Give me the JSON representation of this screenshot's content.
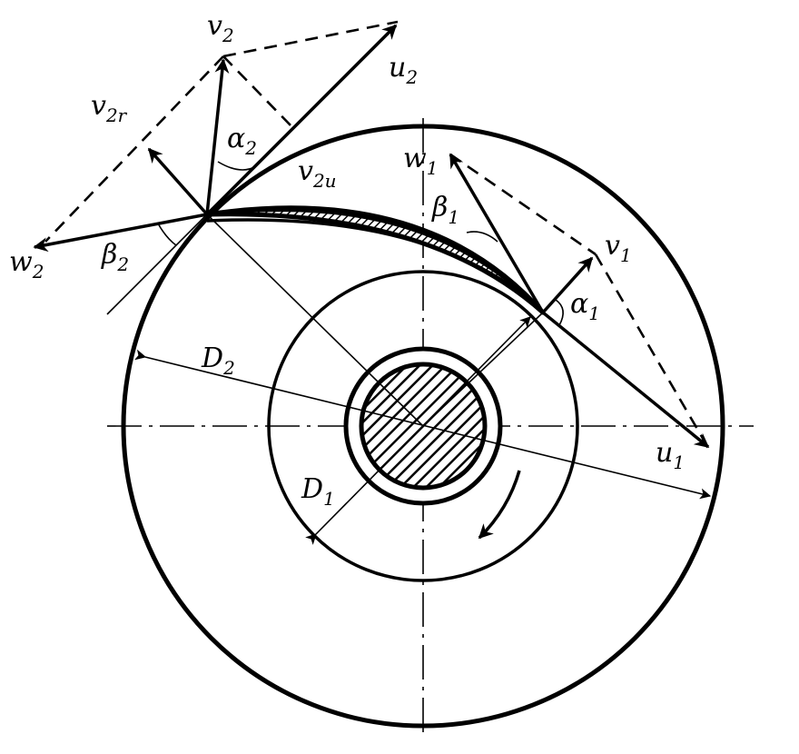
{
  "diagram": {
    "labels": {
      "v2": {
        "main": "v",
        "sub": "2"
      },
      "u2": {
        "main": "u",
        "sub": "2"
      },
      "v2r": {
        "main": "v",
        "sub": "2r"
      },
      "alpha2": {
        "main": "α",
        "sub": "2"
      },
      "v2u": {
        "main": "v",
        "sub": "2u"
      },
      "w1": {
        "main": "w",
        "sub": "1"
      },
      "beta1": {
        "main": "β",
        "sub": "1"
      },
      "v1": {
        "main": "v",
        "sub": "1"
      },
      "alpha1": {
        "main": "α",
        "sub": "1"
      },
      "w2": {
        "main": "w",
        "sub": "2"
      },
      "beta2": {
        "main": "β",
        "sub": "2"
      },
      "D2": {
        "main": "D",
        "sub": "2"
      },
      "D1": {
        "main": "D",
        "sub": "1"
      },
      "u1": {
        "main": "u",
        "sub": "1"
      }
    }
  }
}
